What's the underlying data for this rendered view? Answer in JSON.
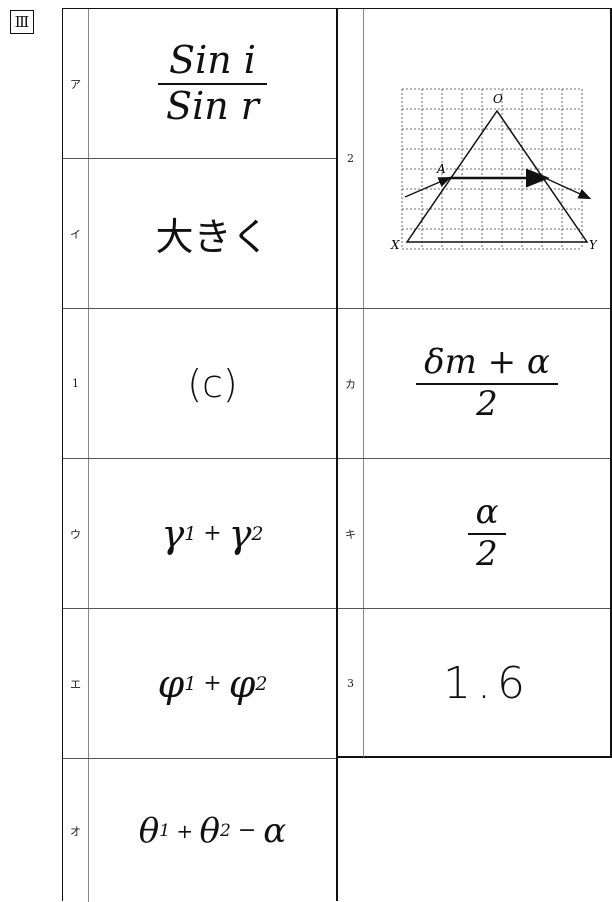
{
  "section_label": "Ⅲ",
  "left_rows": [
    {
      "label": "ア",
      "answer": {
        "numerator": "Sin i",
        "denominator": "Sin r"
      }
    },
    {
      "label": "イ",
      "answer": "大きく"
    },
    {
      "label": "1",
      "answer": "(c)"
    },
    {
      "label": "ウ",
      "answer": {
        "a": "γ",
        "a_sub": "1",
        "op": " + ",
        "b": "γ",
        "b_sub": "2"
      }
    },
    {
      "label": "エ",
      "answer": {
        "a": "φ",
        "a_sub": "1",
        "op": " + ",
        "b": "φ",
        "b_sub": "2"
      }
    },
    {
      "label": "オ",
      "answer": {
        "a": "θ",
        "a_sub": "1",
        "op1": " + ",
        "b": "θ",
        "b_sub": "2",
        "op2": " − ",
        "c": "α"
      }
    }
  ],
  "right_rows": [
    {
      "label": "2",
      "diagram": {
        "apex": "O",
        "point": "A",
        "left_vertex": "X",
        "right_vertex": "Y"
      }
    },
    {
      "label": "カ",
      "answer": {
        "numerator": "δm + α",
        "denominator": "2"
      }
    },
    {
      "label": "キ",
      "answer": {
        "numerator": "α",
        "denominator": "2"
      }
    },
    {
      "label": "3",
      "answer": "1.6"
    }
  ]
}
